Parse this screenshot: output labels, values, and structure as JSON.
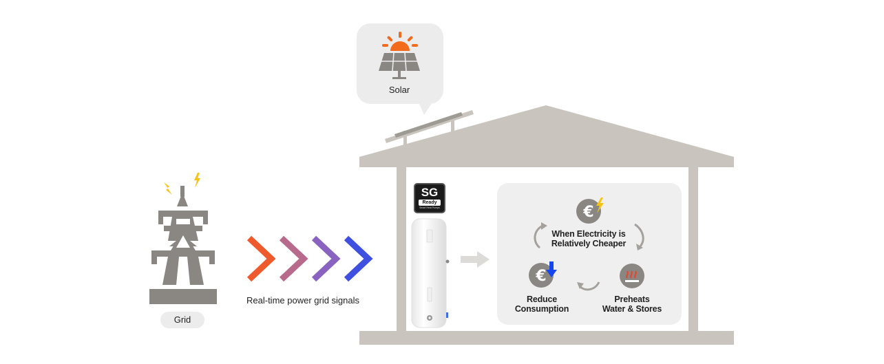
{
  "grid": {
    "label": "Grid"
  },
  "signals": {
    "label": "Real-time power grid signals"
  },
  "solar": {
    "label": "Solar"
  },
  "badge": {
    "title": "SG",
    "subtitle": "Ready",
    "caption": "Smart Heat Pumps"
  },
  "cycle": {
    "top_line1": "When Electricity is",
    "top_line2": "Relatively Cheaper",
    "left_line1": "Reduce",
    "left_line2": "Consumption",
    "right_line1": "Preheats",
    "right_line2": "Water & Stores",
    "euro_symbol": "€"
  },
  "icons": [
    "transmission-tower-icon",
    "lightning-icon",
    "chevron-right-icon",
    "sun-icon",
    "solar-panel-icon",
    "euro-coin-icon",
    "down-arrow-icon",
    "heating-icon",
    "cycle-arrow-icon",
    "house-icon",
    "water-heater-icon"
  ],
  "colors": {
    "chevrons": [
      "#ee5a2c",
      "#b86a8c",
      "#8a63c0",
      "#3f4fe0"
    ],
    "house": "#c9c5be",
    "tower": "#8a8782",
    "sun": "#f26a1b",
    "lightning": "#f7c413",
    "down_arrow": "#1546f0",
    "heat": "#e8452e"
  }
}
